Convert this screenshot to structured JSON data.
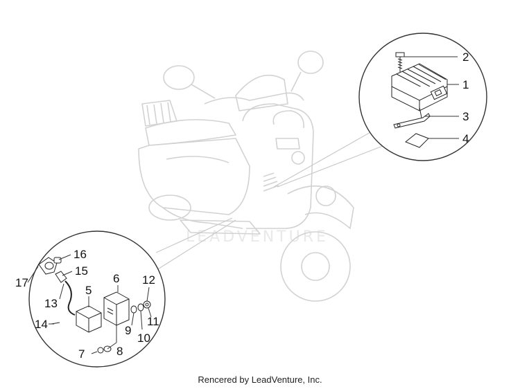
{
  "diagram": {
    "callouts": [
      "1",
      "2",
      "3",
      "4",
      "5",
      "6",
      "7",
      "8",
      "9",
      "10",
      "11",
      "12",
      "13",
      "14",
      "15",
      "16",
      "17"
    ]
  },
  "watermark": "LEADVENTURE",
  "footer": "Rencered by LeadVenture, Inc."
}
